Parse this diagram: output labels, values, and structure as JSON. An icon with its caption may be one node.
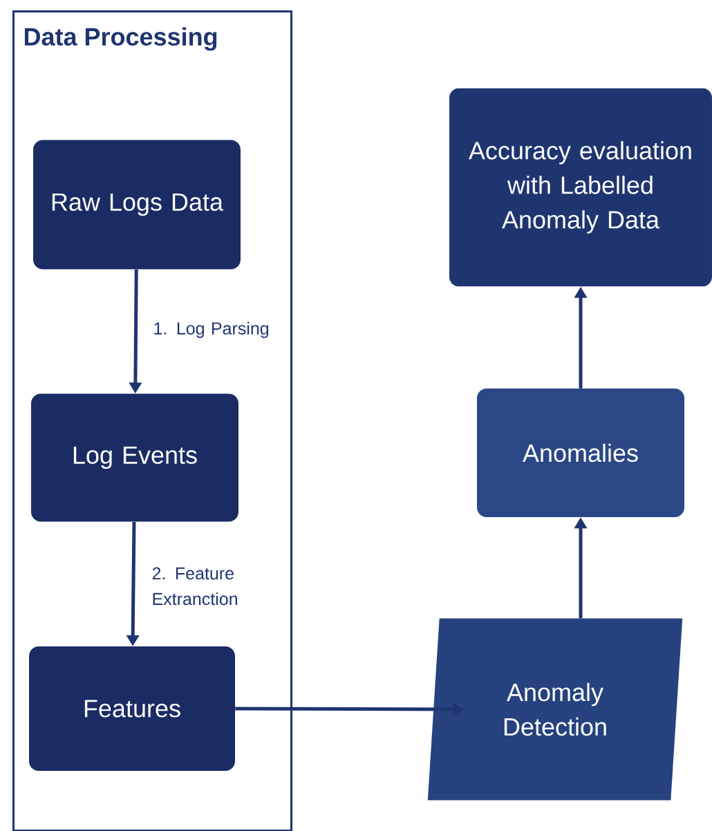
{
  "diagram": {
    "nodes": [
      {
        "text": [
          "Data Processing"
        ]
      },
      {
        "text": [
          "Raw Logs Data"
        ],
        "in": 0
      },
      {
        "text": [
          "Log Events"
        ],
        "in": 0
      },
      {
        "text": [
          "Features"
        ],
        "in": 0
      },
      {
        "text": [
          "Anomaly Detection"
        ]
      },
      {
        "text": [
          "Anomalies"
        ]
      },
      {
        "text": [
          "Accuracy evaluation with Labelled Anomaly Data"
        ]
      }
    ],
    "edges": [
      {
        "from": 1,
        "to": 2,
        "arrow": "to",
        "label": "1. Log Parsing"
      },
      {
        "from": 2,
        "to": 3,
        "arrow": "to",
        "label": "2. Feature Extranction"
      },
      {
        "from": 3,
        "to": 4,
        "arrow": "to"
      },
      {
        "from": 4,
        "to": 5,
        "arrow": "to"
      },
      {
        "from": 5,
        "to": 6,
        "arrow": "to"
      }
    ]
  }
}
